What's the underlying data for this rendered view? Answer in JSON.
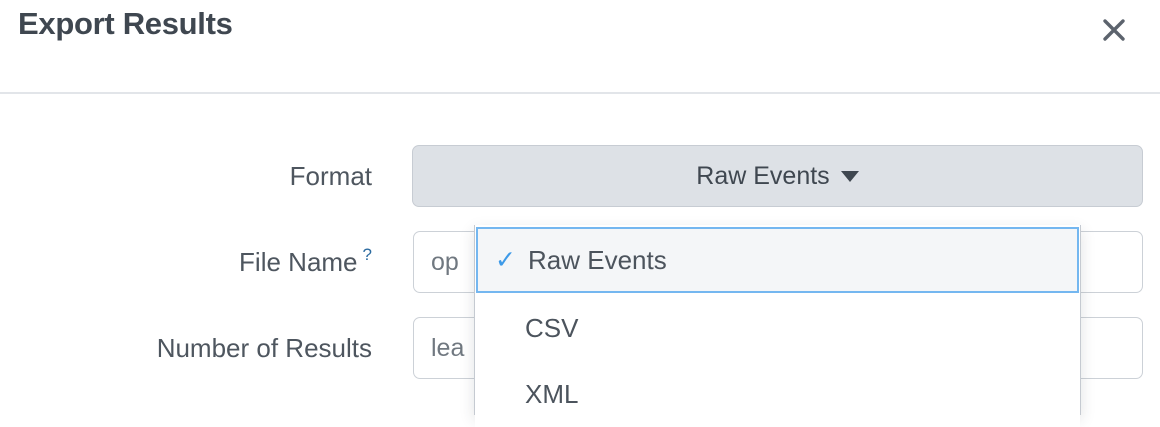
{
  "header": {
    "title": "Export Results",
    "close_icon": "close-icon"
  },
  "form": {
    "rows": [
      {
        "label": "Format",
        "has_help": false
      },
      {
        "label": "File Name",
        "has_help": true,
        "help_marker": "?"
      },
      {
        "label": "Number of Results",
        "has_help": false
      }
    ],
    "format": {
      "selected_value": "Raw Events",
      "caret_icon": "chevron-down-icon"
    },
    "file_name": {
      "value": "",
      "placeholder": "op"
    },
    "number_of_results": {
      "value": "",
      "placeholder": "lea"
    }
  },
  "dropdown": {
    "open": true,
    "check_glyph": "✓",
    "options": [
      {
        "label": "Raw Events",
        "selected": true
      },
      {
        "label": "CSV",
        "selected": false
      },
      {
        "label": "XML",
        "selected": false
      }
    ]
  },
  "colors": {
    "accent_blue": "#3d9ae8",
    "highlight_border": "#74b7f0",
    "text_dark": "#3f4750",
    "button_gray": "#dde1e6",
    "help_blue": "#2c6ba0"
  }
}
